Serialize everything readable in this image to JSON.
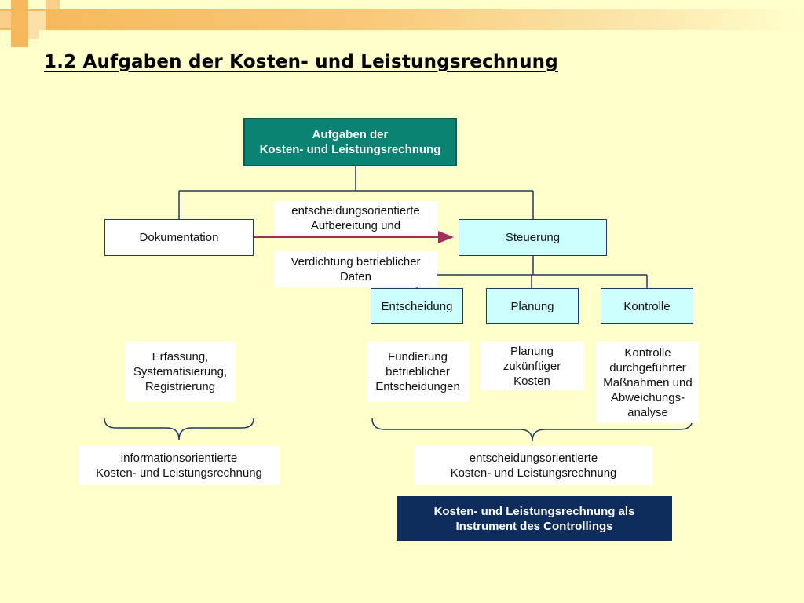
{
  "title": "1.2 Aufgaben der Kosten- und Leistungsrechnung",
  "nodes": {
    "root": "Aufgaben der\nKosten- und Leistungsrechnung",
    "dokumentation": "Dokumentation",
    "steuerung": "Steuerung",
    "arrow_label_top": "entscheidungsorientierte\nAufbereitung und",
    "arrow_label_bottom": "Verdichtung betrieblicher\nDaten",
    "entscheidung": "Entscheidung",
    "planung": "Planung",
    "kontrolle": "Kontrolle"
  },
  "descriptions": {
    "erfassung": "Erfassung,\nSystematisierung,\nRegistrierung",
    "fundierung": "Fundierung\nbetrieblicher\nEntscheidungen",
    "planung_kosten": "Planung\nzukünftiger\nKosten",
    "kontrolle_massnahmen": "Kontrolle\ndurchgeführter\nMaßnahmen und\nAbweichungs-\nanalyse"
  },
  "summaries": {
    "informationsorientiert": "informationsorientierte\nKosten- und Leistungsrechnung",
    "entscheidungsorientiert": "entscheidungsorientierte\nKosten- und Leistungsrechnung"
  },
  "footer": "Kosten- und Leistungsrechnung als\nInstrument des Controllings",
  "colors": {
    "background": "#ffffcc",
    "root_fill": "#0b8374",
    "footer_fill": "#0f2d5c",
    "steuerung_fill": "#ccffff",
    "arrow": "#a0305a",
    "connector": "#1f3864"
  }
}
